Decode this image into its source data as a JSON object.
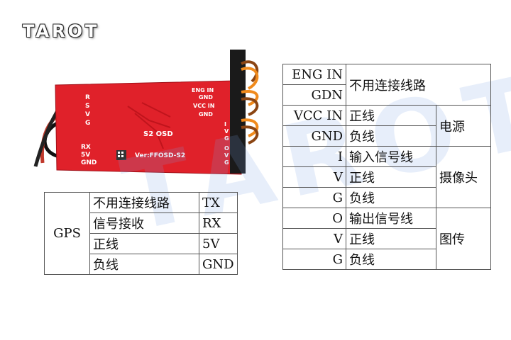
{
  "brand": {
    "logo_text": "TAROT",
    "watermark": "TAROT"
  },
  "board": {
    "title": "S2 OSD",
    "version": "Ver:FFOSD-S2",
    "left_pins": [
      "R",
      "S",
      "V",
      "G"
    ],
    "left_labels": [
      "RX",
      "5V",
      "GND"
    ],
    "right_top_labels": [
      "ENG IN",
      "GND",
      "VCC IN",
      "GND"
    ],
    "right_side_letters": [
      "I",
      "V",
      "G",
      "O",
      "V",
      "G"
    ]
  },
  "gps_table": {
    "group_label": "GPS",
    "rows": [
      {
        "desc": "不用连接线路",
        "pin": "TX"
      },
      {
        "desc": "信号接收",
        "pin": "RX"
      },
      {
        "desc": "正线",
        "pin": "5V"
      },
      {
        "desc": "负线",
        "pin": "GND"
      }
    ]
  },
  "right_table": {
    "eng": {
      "line1": "ENG IN",
      "line2": "GDN",
      "desc": "不用连接线路"
    },
    "power": {
      "group": "电源",
      "rows": [
        {
          "pin": "VCC IN",
          "desc": "正线"
        },
        {
          "pin": "GND",
          "desc": "负线"
        }
      ]
    },
    "camera": {
      "group": "摄像头",
      "rows": [
        {
          "pin": "I",
          "desc": "输入信号线"
        },
        {
          "pin": "V",
          "desc": "正线"
        },
        {
          "pin": "G",
          "desc": "负线"
        }
      ]
    },
    "vtx": {
      "group": "图传",
      "rows": [
        {
          "pin": "O",
          "desc": "输出信号线"
        },
        {
          "pin": "V",
          "desc": "正线"
        },
        {
          "pin": "G",
          "desc": "负线"
        }
      ]
    }
  },
  "colors": {
    "board_red": "#e0212a",
    "wire_brown": "#8b4513",
    "wire_orange": "#f08a1c"
  }
}
